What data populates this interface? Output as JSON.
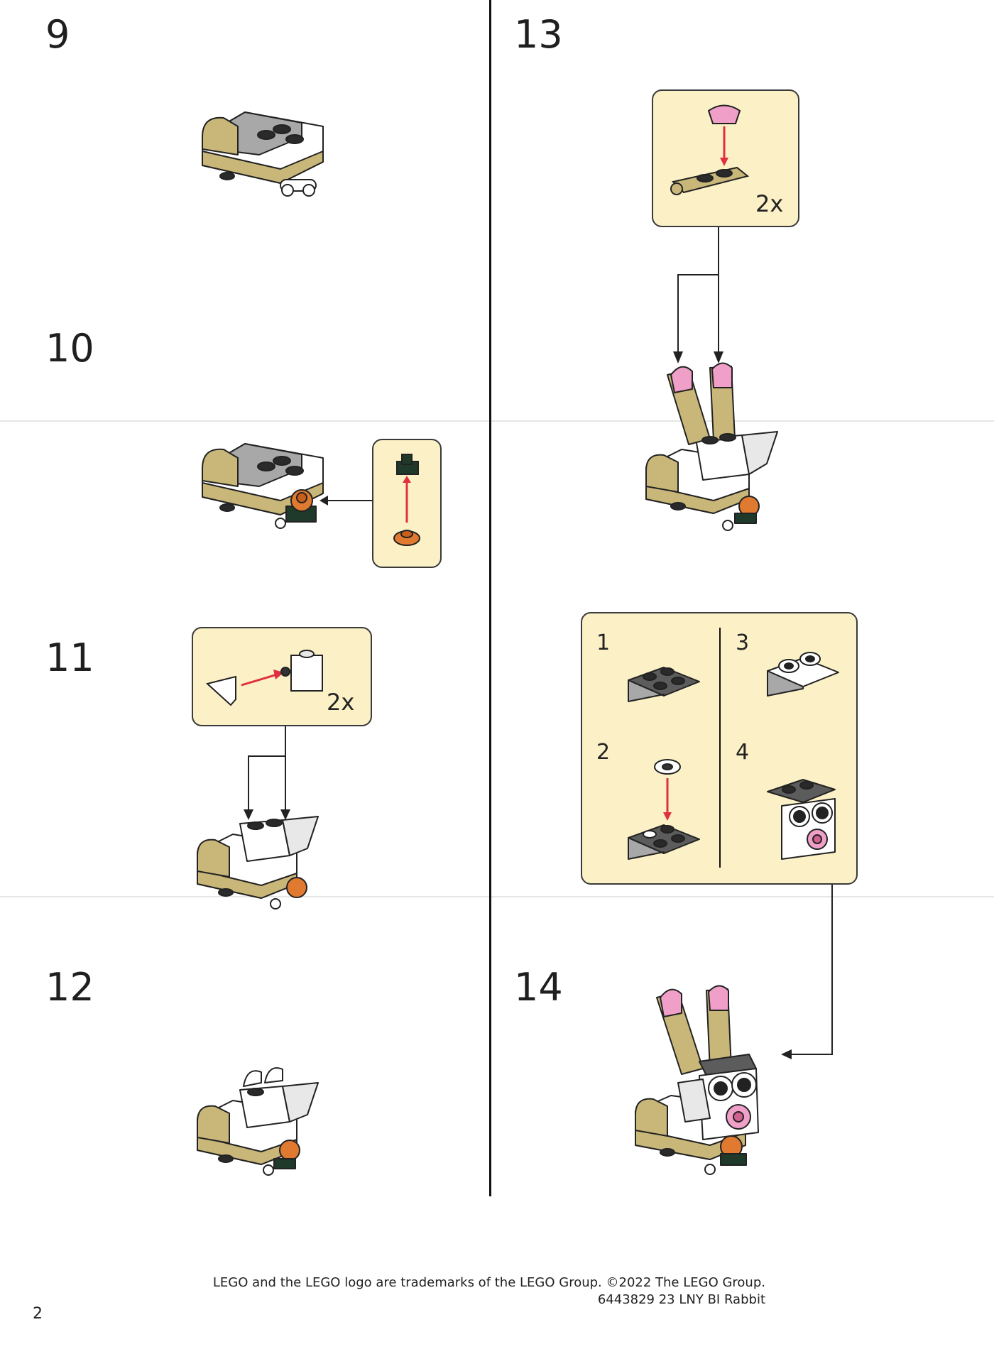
{
  "page_number": "2",
  "steps": {
    "s9": "9",
    "s10": "10",
    "s11": "11",
    "s12": "12",
    "s13": "13",
    "s14": "14"
  },
  "callouts": {
    "step11_mult": "2x",
    "step13_mult": "2x",
    "sub1": "1",
    "sub2": "2",
    "sub3": "3",
    "sub4": "4"
  },
  "footer": {
    "trademark": "LEGO and the LEGO logo are trademarks of the LEGO Group. ©2022 The LEGO Group.",
    "code": "6443829 23 LNY BI Rabbit"
  },
  "colors": {
    "tan": "#c9b77a",
    "dark_gray": "#5c5c5c",
    "light_gray": "#a8a8a8",
    "white": "#ffffff",
    "pink": "#f0a0c8",
    "orange": "#e07a30",
    "dark_green": "#1f3a2a",
    "callout_bg": "#fbf0c6",
    "arrow_red": "#e03040"
  },
  "icons": [
    "rabbit-build-step9",
    "rabbit-build-step10",
    "rabbit-build-step11",
    "rabbit-build-step12",
    "rabbit-build-step13",
    "rabbit-build-step14"
  ]
}
